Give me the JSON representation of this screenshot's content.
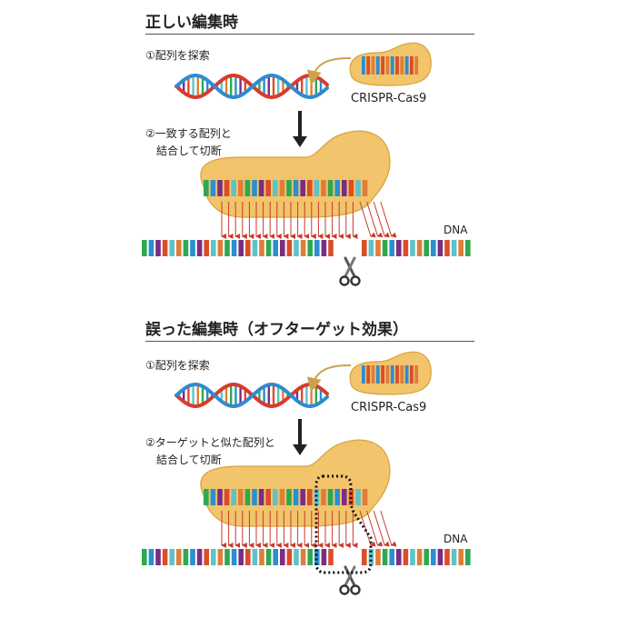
{
  "panels": [
    {
      "title": "正しい編集時",
      "step1": "①配列を探索",
      "step2_line1": "②一致する配列と",
      "step2_line2": "結合して切断",
      "protein_label": "CRISPR-Cas9",
      "dna_label": "DNA"
    },
    {
      "title": "誤った編集時（オフターゲット効果）",
      "step1": "①配列を探索",
      "step2_line1": "②ターゲットと似た配列と",
      "step2_line2": "結合して切断",
      "protein_label": "CRISPR-Cas9",
      "dna_label": "DNA"
    }
  ],
  "colors": {
    "protein_fill": "#f2c46b",
    "protein_stroke": "#d8a23c",
    "arrow_gold": "#c9a24a",
    "base_cycle": [
      "#2fa84f",
      "#2b8fd0",
      "#7b2d84",
      "#d94e2a",
      "#5ec3c8",
      "#e07d3a"
    ],
    "cut_arrow": "#c83a2b",
    "helix_strand_red": "#d83b2e",
    "helix_strand_blue": "#2f8bd0"
  },
  "icons": [
    "scissors-icon",
    "down-arrow-icon",
    "curved-arrow-icon"
  ]
}
